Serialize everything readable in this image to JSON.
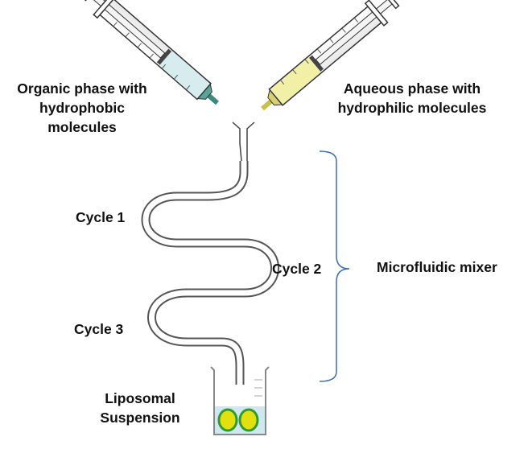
{
  "labels": {
    "organic": [
      "Organic phase with",
      "hydrophobic",
      "molecules"
    ],
    "aqueous": [
      "Aqueous phase with",
      "hydrophilic molecules"
    ],
    "cycle1": "Cycle 1",
    "cycle2": "Cycle 2",
    "cycle3": "Cycle 3",
    "mixer": "Microfluidic mixer",
    "liposomal": [
      "Liposomal",
      "Suspension"
    ]
  },
  "colors": {
    "organic_fluid": "#d6ecef",
    "aqueous_fluid": "#f1f0a6",
    "needle_left": "#3b8a7d",
    "needle_right": "#c9c04a",
    "liposome_fill": "#e3e00f",
    "liposome_ring": "#2e9a36",
    "suspension": "#cfe8f0",
    "bracket": "#3b6eb0"
  }
}
